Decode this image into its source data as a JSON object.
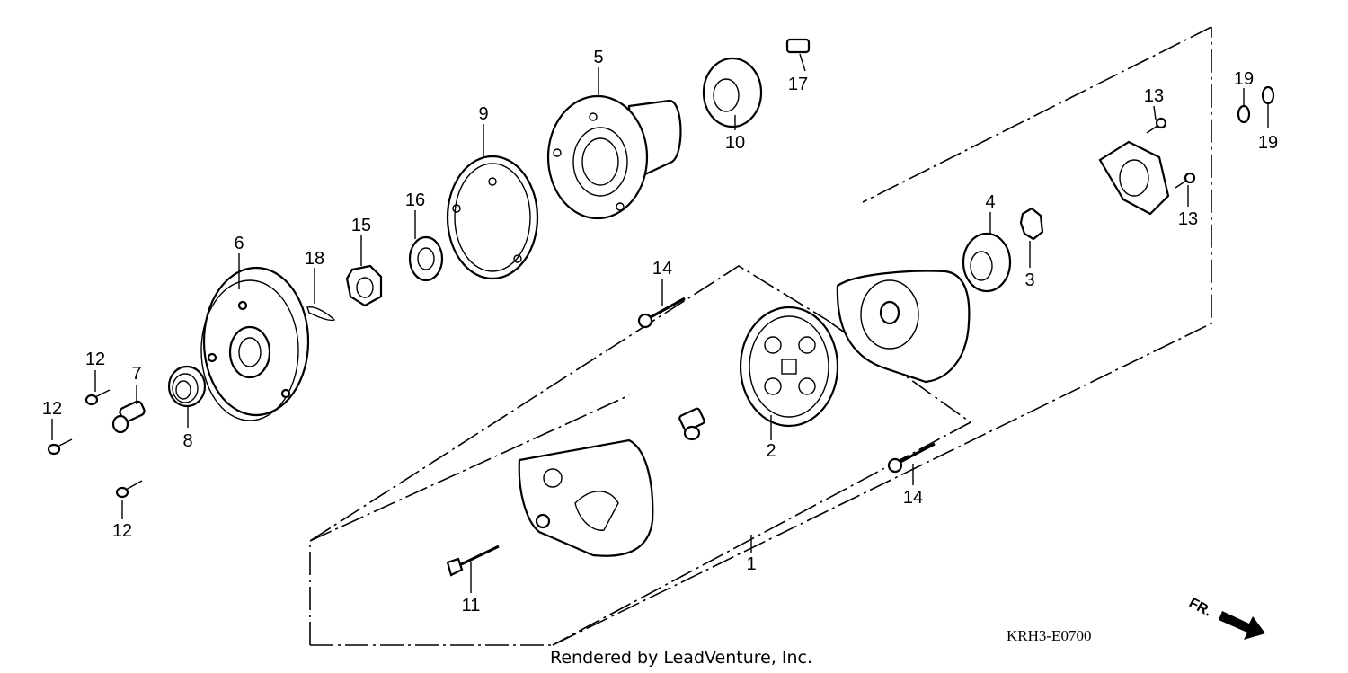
{
  "diagram": {
    "callouts": [
      {
        "id": "c1",
        "text": "1"
      },
      {
        "id": "c2",
        "text": "2"
      },
      {
        "id": "c3",
        "text": "3"
      },
      {
        "id": "c4",
        "text": "4"
      },
      {
        "id": "c5",
        "text": "5"
      },
      {
        "id": "c6",
        "text": "6"
      },
      {
        "id": "c7",
        "text": "7"
      },
      {
        "id": "c8",
        "text": "8"
      },
      {
        "id": "c9",
        "text": "9"
      },
      {
        "id": "c10",
        "text": "10"
      },
      {
        "id": "c11",
        "text": "11"
      },
      {
        "id": "c12a",
        "text": "12"
      },
      {
        "id": "c12b",
        "text": "12"
      },
      {
        "id": "c12c",
        "text": "12"
      },
      {
        "id": "c13a",
        "text": "13"
      },
      {
        "id": "c13b",
        "text": "13"
      },
      {
        "id": "c14a",
        "text": "14"
      },
      {
        "id": "c14b",
        "text": "14"
      },
      {
        "id": "c15",
        "text": "15"
      },
      {
        "id": "c16",
        "text": "16"
      },
      {
        "id": "c17",
        "text": "17"
      },
      {
        "id": "c18",
        "text": "18"
      },
      {
        "id": "c19a",
        "text": "19"
      },
      {
        "id": "c19b",
        "text": "19"
      }
    ],
    "diagram_code": "KRH3-E0700",
    "credit": "Rendered by LeadVenture, Inc.",
    "direction_label": "FR."
  }
}
